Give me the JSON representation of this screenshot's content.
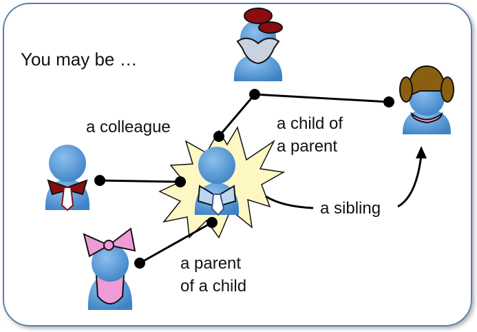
{
  "title": "You may be …",
  "labels": {
    "colleague": "a colleague",
    "child_line1": "a child of",
    "child_line2": "a parent",
    "sibling": "a sibling",
    "parent_line1": "a parent",
    "parent_line2": "of a child"
  },
  "people": [
    "grandparent",
    "sibling",
    "colleague",
    "you",
    "child"
  ],
  "colors": {
    "frame": "#5a7fa8",
    "person": "#5b9bd5",
    "burst": "#fdf7c3",
    "tie_red": "#9b1515",
    "hair_brown": "#8a6010",
    "bib_pink": "#f09ad6"
  }
}
